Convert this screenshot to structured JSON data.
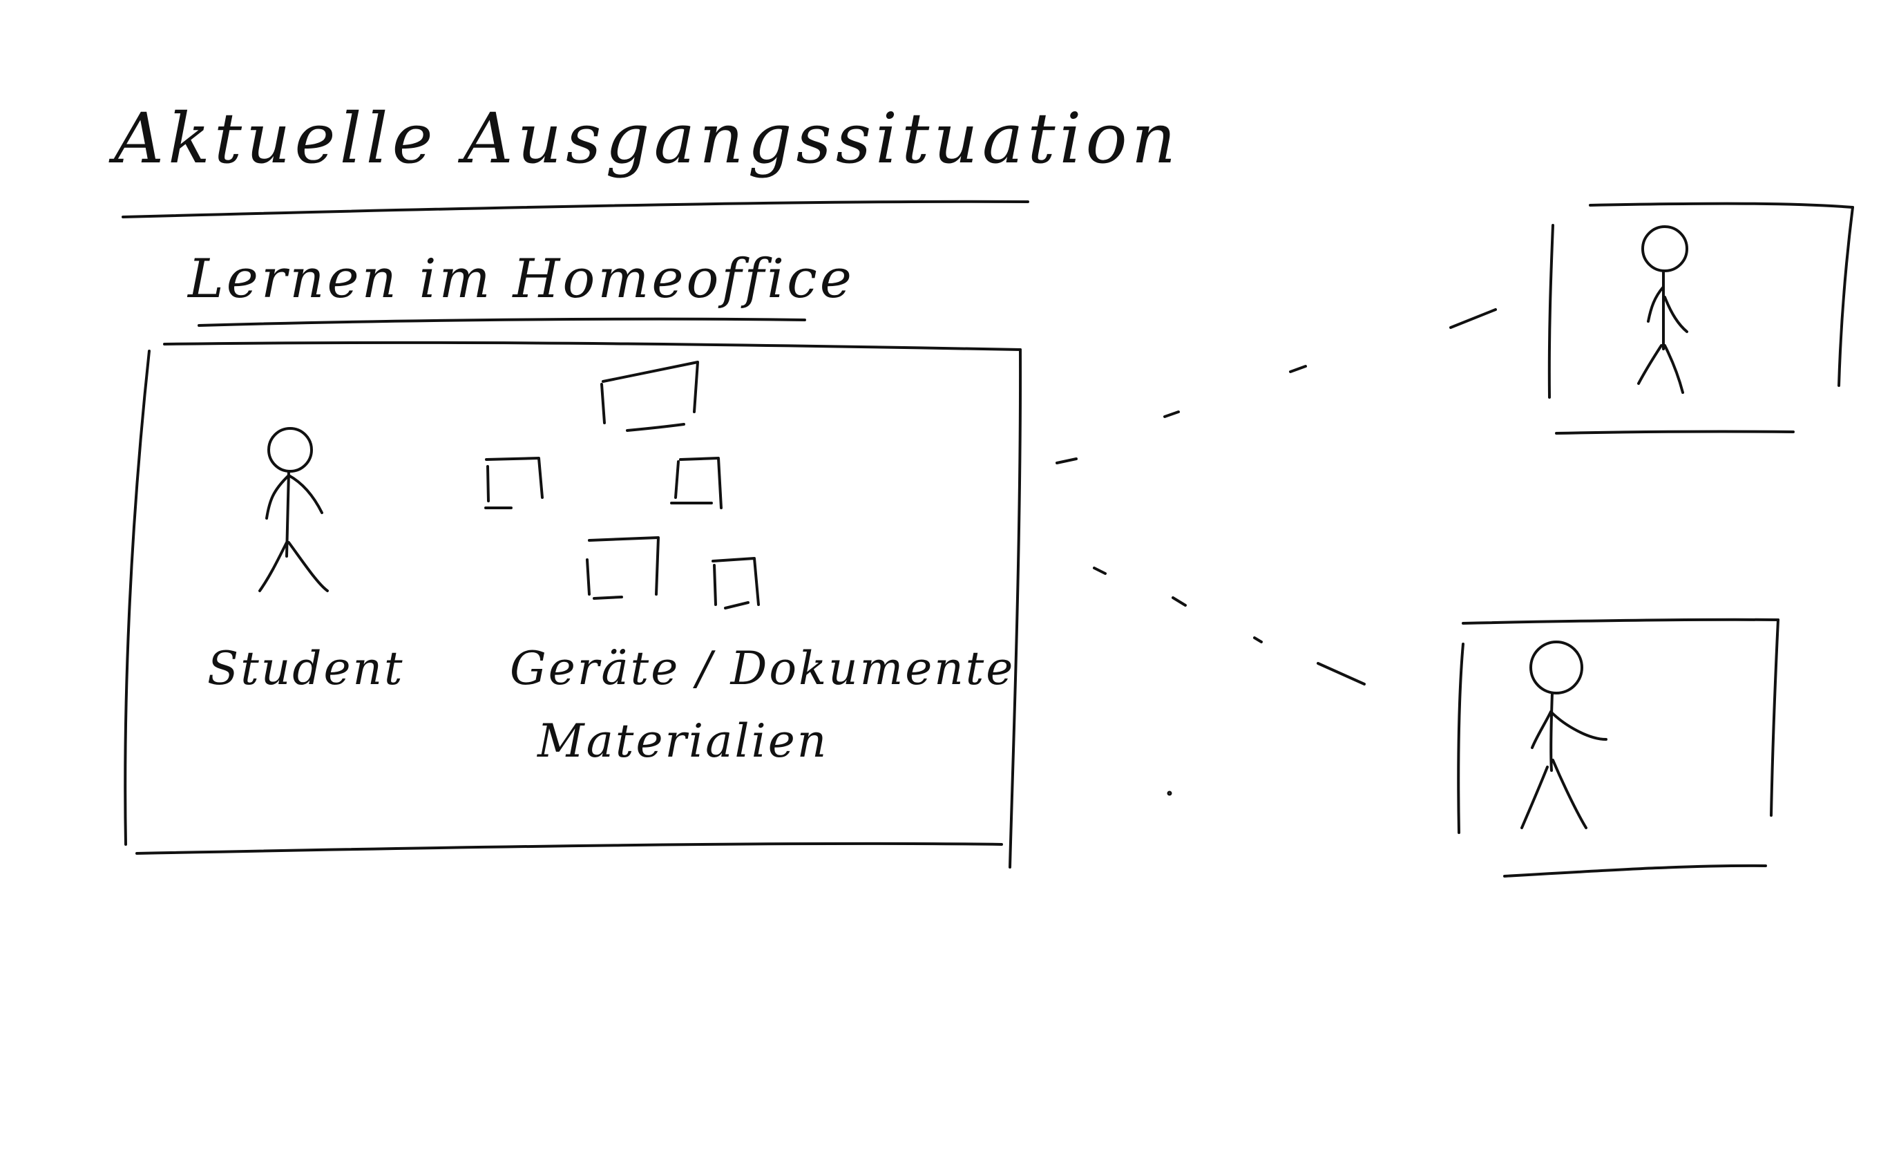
{
  "diagram": {
    "title": "Aktuelle Ausgangssituation",
    "subtitle": "Lernen im Homeoffice",
    "home_box": {
      "person_label": "Student",
      "materials_label_line1": "Geräte / Dokumente",
      "materials_label_line2": "Materialien"
    },
    "ink_color": "#111111"
  }
}
